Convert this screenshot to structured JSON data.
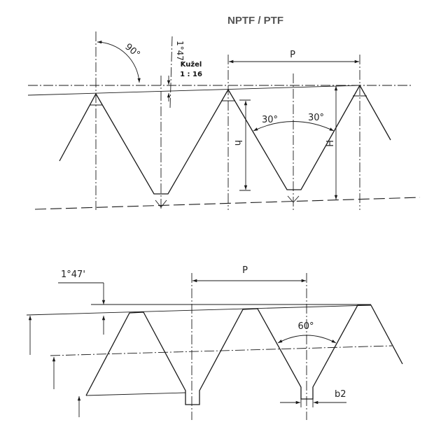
{
  "title": "NPTF / PTF",
  "top_view": {
    "angle_90": "90°",
    "taper_angle": "1°47'",
    "taper_label": "Kužel",
    "taper_ratio": "1 : 16",
    "pitch": "P",
    "thread_depth": "h",
    "sharp_v_height": "H",
    "half_angle_left": "30°",
    "half_angle_right": "30°"
  },
  "bottom_view": {
    "taper_angle": "1°47'",
    "pitch": "P",
    "thread_angle": "60°",
    "root_width": "b2"
  }
}
